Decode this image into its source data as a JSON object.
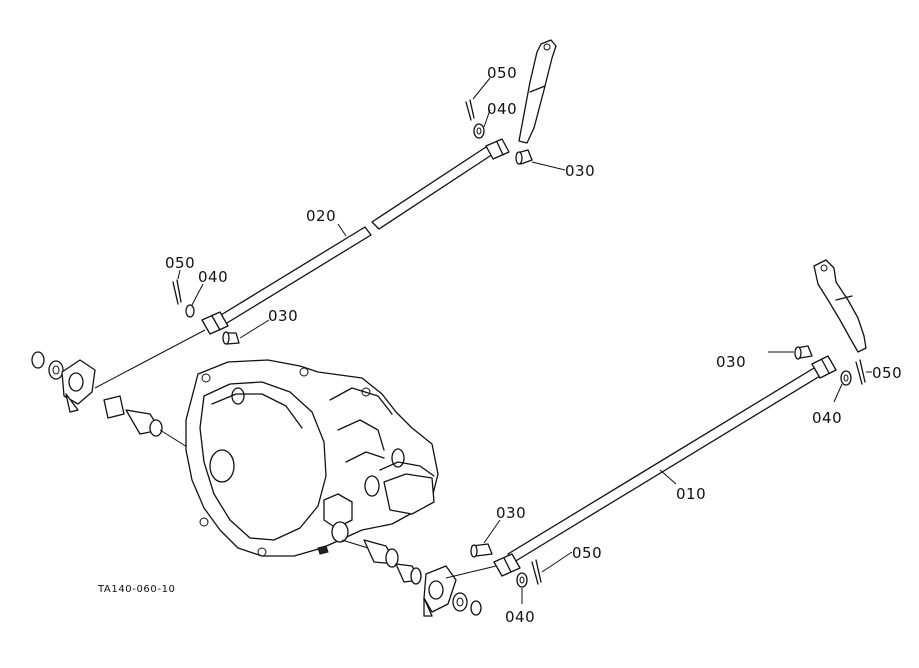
{
  "figure_code": "TA140-060-10",
  "labels": {
    "rod_020": "020",
    "rod_010": "010",
    "upper_right_pin_050": "050",
    "upper_right_washer_040": "040",
    "upper_right_bolt_030": "030",
    "upper_left_pin_050": "050",
    "upper_left_washer_040": "040",
    "upper_left_bolt_030": "030",
    "right_bolt_030": "030",
    "right_pin_050": "050",
    "right_washer_040": "040",
    "lower_bolt_030": "030",
    "lower_pin_050": "050",
    "lower_washer_040": "040"
  }
}
